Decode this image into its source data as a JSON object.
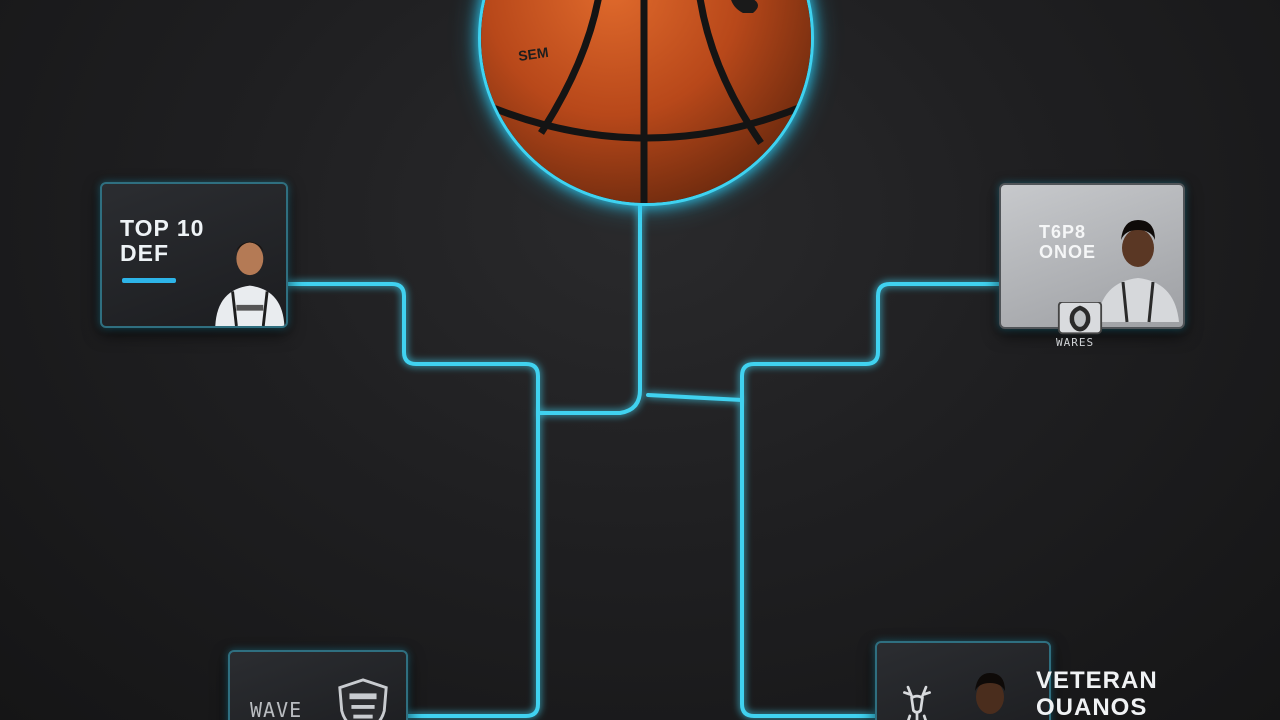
{
  "colors": {
    "neon": "#3fd2f0",
    "background": "#1c1c1d",
    "accent_bar": "#2db4e8",
    "ball_orange": "#c4501c"
  },
  "ball": {
    "imprint": "SEM"
  },
  "cards": {
    "top_left": {
      "title_lines": [
        "TOP 10",
        "DEF"
      ],
      "icon": "player-portrait-icon"
    },
    "top_right": {
      "title_lines": [
        "T6P8",
        "ONOE"
      ],
      "icon": "player-portrait-icon",
      "badge_icon": "team-crest-icon",
      "badge_caption": "WARES"
    },
    "bottom_left": {
      "glyph_text": "WAVE",
      "badge_icon": "shield-crest-icon"
    },
    "bottom_right": {
      "icon": "player-portrait-icon",
      "mascot_icon": "deer-mascot-icon"
    }
  },
  "side_label": {
    "lines": [
      "VETERAN",
      "OUANOS"
    ]
  }
}
